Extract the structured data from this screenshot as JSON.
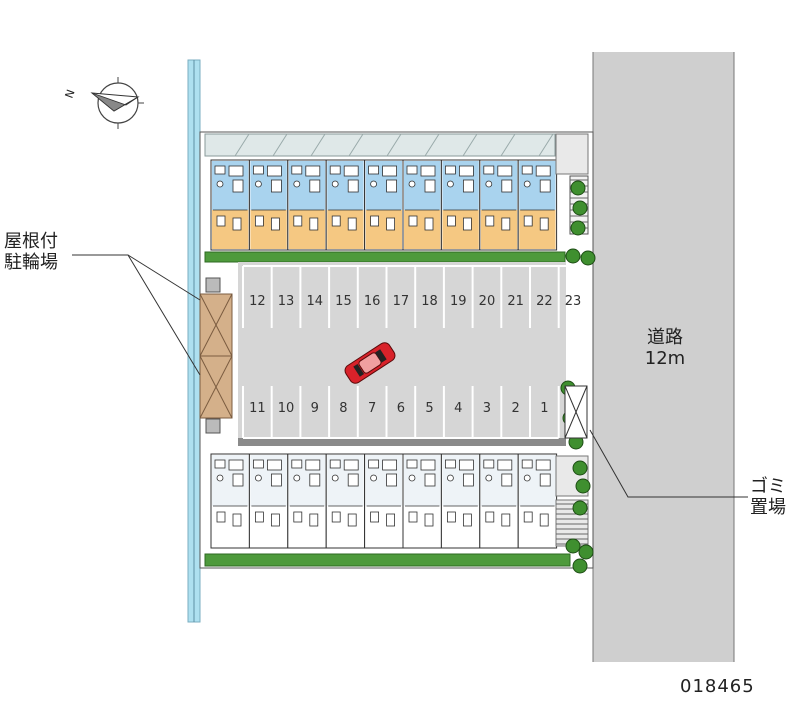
{
  "labels": {
    "bicycle_parking": [
      "屋根付",
      "駐輪場"
    ],
    "road": [
      "道路",
      "12m"
    ],
    "garbage": [
      "ゴミ",
      "置場"
    ],
    "property_code": "018465"
  },
  "compass": {
    "north_label": "N"
  },
  "parking": {
    "top_row": [
      "12",
      "13",
      "14",
      "15",
      "16",
      "17",
      "18",
      "19",
      "20",
      "21",
      "22",
      "23"
    ],
    "bottom_row": [
      "11",
      "10",
      "9",
      "8",
      "7",
      "6",
      "5",
      "4",
      "3",
      "2",
      "1"
    ]
  },
  "colors": {
    "road": "#cfcfcf",
    "lot": "#d6d6d6",
    "hedge": "#4e9a3c",
    "unit_blue": "#a9d3ee",
    "unit_orange": "#f5c882",
    "car": "#d8222a",
    "canal": "#aee0f0",
    "shed": "#d4b08a"
  }
}
